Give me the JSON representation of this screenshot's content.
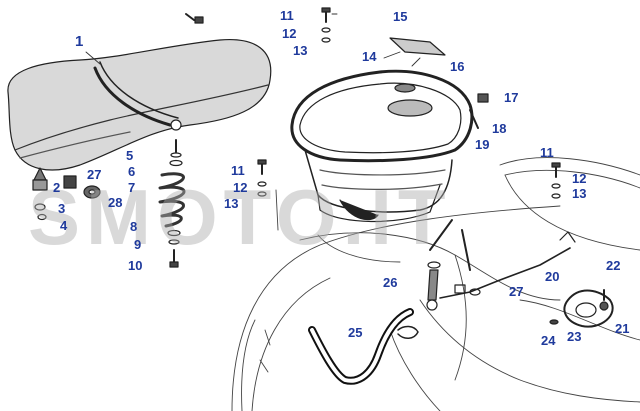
{
  "diagram": {
    "watermark": "SMOTO.IT",
    "colors": {
      "callout": "#1f3a9c",
      "ink": "#222222",
      "watermark": "#aaaaaa"
    },
    "callouts": [
      {
        "id": "c1",
        "text": "1"
      },
      {
        "id": "c2",
        "text": "2"
      },
      {
        "id": "c3",
        "text": "3"
      },
      {
        "id": "c4",
        "text": "4"
      },
      {
        "id": "c5",
        "text": "5"
      },
      {
        "id": "c6",
        "text": "6"
      },
      {
        "id": "c7",
        "text": "7"
      },
      {
        "id": "c8",
        "text": "8"
      },
      {
        "id": "c9",
        "text": "9"
      },
      {
        "id": "c10",
        "text": "10"
      },
      {
        "id": "c11a",
        "text": "11"
      },
      {
        "id": "c12a",
        "text": "12"
      },
      {
        "id": "c13a",
        "text": "13"
      },
      {
        "id": "c14",
        "text": "14"
      },
      {
        "id": "c15",
        "text": "15"
      },
      {
        "id": "c16",
        "text": "16"
      },
      {
        "id": "c17",
        "text": "17"
      },
      {
        "id": "c18",
        "text": "18"
      },
      {
        "id": "c19",
        "text": "19"
      },
      {
        "id": "c11b",
        "text": "11"
      },
      {
        "id": "c12b",
        "text": "12"
      },
      {
        "id": "c13b",
        "text": "13"
      },
      {
        "id": "c11c",
        "text": "11"
      },
      {
        "id": "c12c",
        "text": "12"
      },
      {
        "id": "c13c",
        "text": "13"
      },
      {
        "id": "c27a",
        "text": "27"
      },
      {
        "id": "c28",
        "text": "28"
      },
      {
        "id": "c20",
        "text": "20"
      },
      {
        "id": "c21",
        "text": "21"
      },
      {
        "id": "c22",
        "text": "22"
      },
      {
        "id": "c23",
        "text": "23"
      },
      {
        "id": "c24",
        "text": "24"
      },
      {
        "id": "c25",
        "text": "25"
      },
      {
        "id": "c26",
        "text": "26"
      },
      {
        "id": "c27b",
        "text": "27"
      }
    ]
  }
}
